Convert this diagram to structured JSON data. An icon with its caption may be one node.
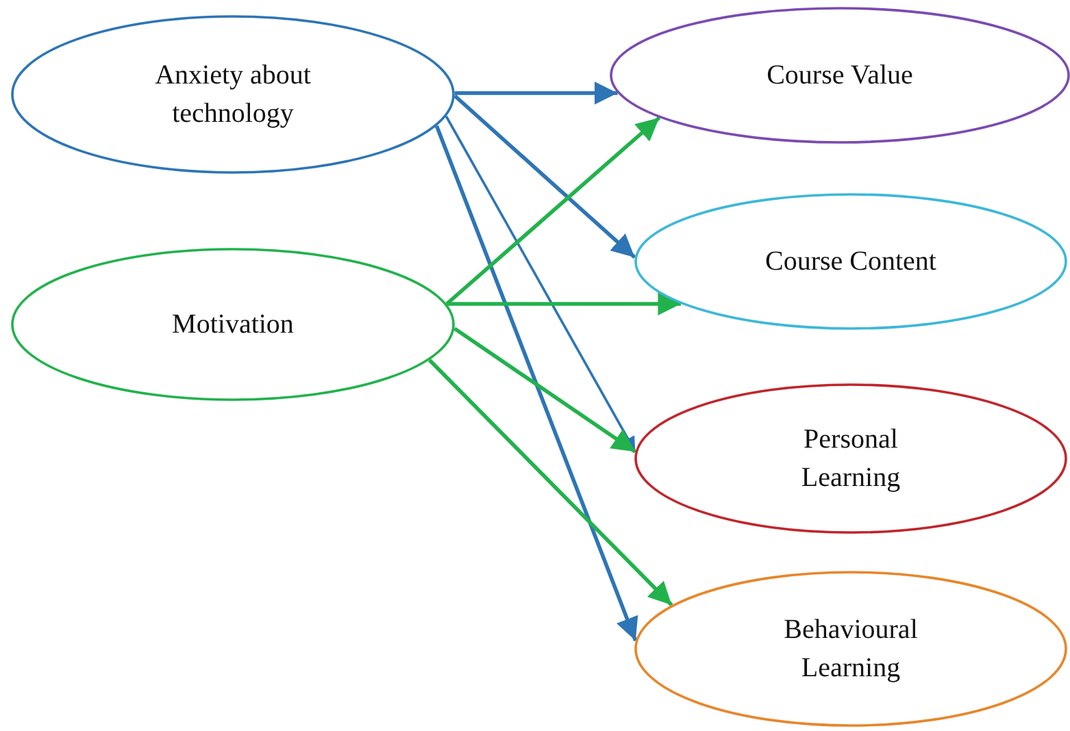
{
  "diagram": {
    "nodes": [
      {
        "text": [
          "Anxiety about technology"
        ]
      },
      {
        "text": [
          "Motivation"
        ]
      },
      {
        "text": [
          "Course Value"
        ]
      },
      {
        "text": [
          "Course Content"
        ]
      },
      {
        "text": [
          "Personal Learning"
        ]
      },
      {
        "text": [
          "Behavioural Learning"
        ]
      }
    ],
    "edges": [
      {
        "from": 0,
        "to": 2,
        "arrow": "to",
        "color": "#2e75b6"
      },
      {
        "from": 0,
        "to": 3,
        "arrow": "to",
        "color": "#2e75b6"
      },
      {
        "from": 0,
        "to": 4,
        "arrow": "to",
        "color": "#2e75b6"
      },
      {
        "from": 0,
        "to": 5,
        "arrow": "to",
        "color": "#2e75b6"
      },
      {
        "from": 1,
        "to": 2,
        "arrow": "to",
        "color": "#22b24c"
      },
      {
        "from": 1,
        "to": 3,
        "arrow": "to",
        "color": "#22b24c"
      },
      {
        "from": 1,
        "to": 4,
        "arrow": "to",
        "color": "#22b24c"
      },
      {
        "from": 1,
        "to": 5,
        "arrow": "to",
        "color": "#22b24c"
      }
    ]
  }
}
